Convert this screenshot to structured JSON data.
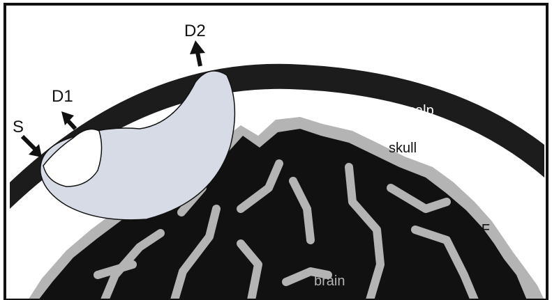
{
  "labels": {
    "s": "S",
    "d1": "D1",
    "d2": "D2",
    "scalp": "scalp",
    "skull": "skull",
    "csf": "CSF",
    "brain": "brain"
  },
  "colors": {
    "frame": "#111111",
    "scalp_band": "#1c1c1c",
    "skull": "#ffffff",
    "csf": "#b4b4b4",
    "brain": "#111111",
    "probe_volume": "#d6dbe6",
    "label_dark": "#111111",
    "label_light": "#ffffff"
  }
}
